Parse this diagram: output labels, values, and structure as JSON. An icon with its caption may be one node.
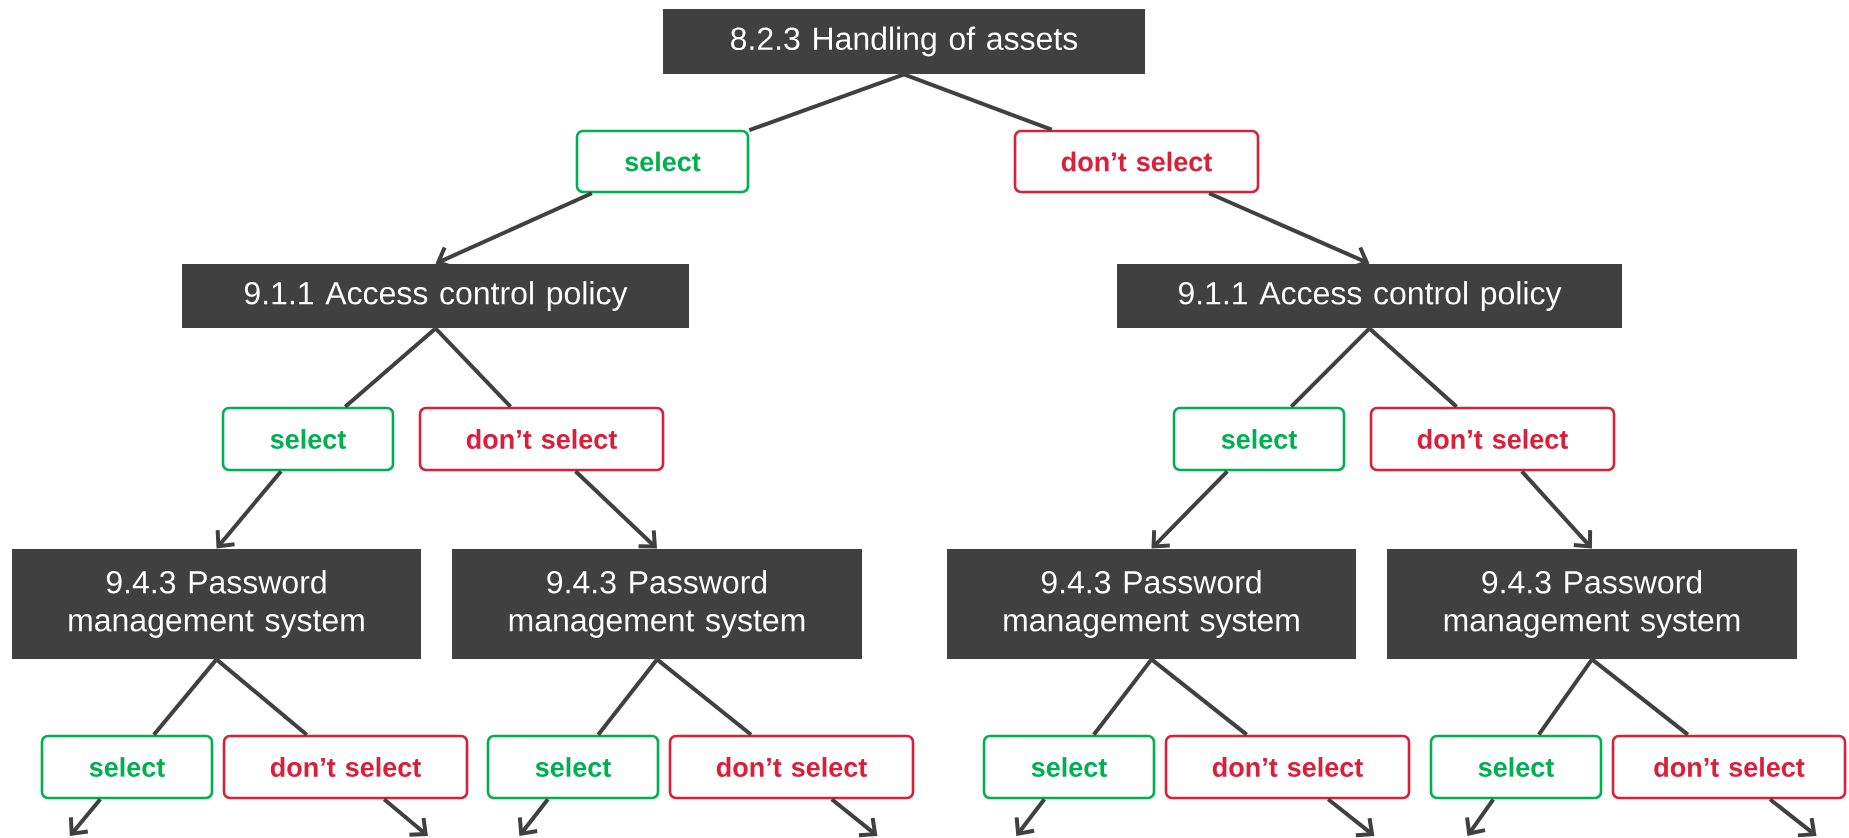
{
  "diagram": {
    "nodes": [
      {
        "text": [
          "8.2.3 Handling of assets"
        ]
      },
      {
        "text": [
          "select"
        ]
      },
      {
        "text": [
          "don’t select"
        ]
      },
      {
        "text": [
          "9.1.1 Access control policy"
        ]
      },
      {
        "text": [
          "9.1.1 Access control policy"
        ]
      },
      {
        "text": [
          "select"
        ]
      },
      {
        "text": [
          "don’t select"
        ]
      },
      {
        "text": [
          "select"
        ]
      },
      {
        "text": [
          "don’t select"
        ]
      },
      {
        "text": [
          "9.4.3 Password management system"
        ]
      },
      {
        "text": [
          "9.4.3 Password management system"
        ]
      },
      {
        "text": [
          "9.4.3 Password management system"
        ]
      },
      {
        "text": [
          "9.4.3 Password management system"
        ]
      },
      {
        "text": [
          "select"
        ]
      },
      {
        "text": [
          "don’t select"
        ]
      },
      {
        "text": [
          "select"
        ]
      },
      {
        "text": [
          "don’t select"
        ]
      },
      {
        "text": [
          "select"
        ]
      },
      {
        "text": [
          "don’t select"
        ]
      },
      {
        "text": [
          "select"
        ]
      },
      {
        "text": [
          "don’t select"
        ]
      }
    ],
    "edges": [
      {
        "from": 0,
        "to": 1,
        "arrow": "none"
      },
      {
        "from": 1,
        "to": 3,
        "arrow": "to"
      },
      {
        "from": 0,
        "to": 2,
        "arrow": "none"
      },
      {
        "from": 2,
        "to": 4,
        "arrow": "to"
      },
      {
        "from": 3,
        "to": 5,
        "arrow": "none"
      },
      {
        "from": 5,
        "to": 9,
        "arrow": "to"
      },
      {
        "from": 3,
        "to": 6,
        "arrow": "none"
      },
      {
        "from": 6,
        "to": 10,
        "arrow": "to"
      },
      {
        "from": 4,
        "to": 7,
        "arrow": "none"
      },
      {
        "from": 7,
        "to": 11,
        "arrow": "to"
      },
      {
        "from": 4,
        "to": 8,
        "arrow": "none"
      },
      {
        "from": 8,
        "to": 12,
        "arrow": "to"
      },
      {
        "from": 9,
        "to": 13,
        "arrow": "none"
      },
      {
        "from": 9,
        "to": 14,
        "arrow": "none"
      },
      {
        "from": 10,
        "to": 15,
        "arrow": "none"
      },
      {
        "from": 10,
        "to": 16,
        "arrow": "none"
      },
      {
        "from": 11,
        "to": 17,
        "arrow": "none"
      },
      {
        "from": 11,
        "to": 18,
        "arrow": "none"
      },
      {
        "from": 12,
        "to": 19,
        "arrow": "none"
      },
      {
        "from": 12,
        "to": 20,
        "arrow": "none"
      },
      {
        "from": 13,
        "to": null,
        "arrow": "to"
      },
      {
        "from": 14,
        "to": null,
        "arrow": "to"
      },
      {
        "from": 15,
        "to": null,
        "arrow": "to"
      },
      {
        "from": 16,
        "to": null,
        "arrow": "to"
      },
      {
        "from": 17,
        "to": null,
        "arrow": "to"
      },
      {
        "from": 18,
        "to": null,
        "arrow": "to"
      },
      {
        "from": 19,
        "to": null,
        "arrow": "to"
      },
      {
        "from": 20,
        "to": null,
        "arrow": "to"
      }
    ]
  }
}
